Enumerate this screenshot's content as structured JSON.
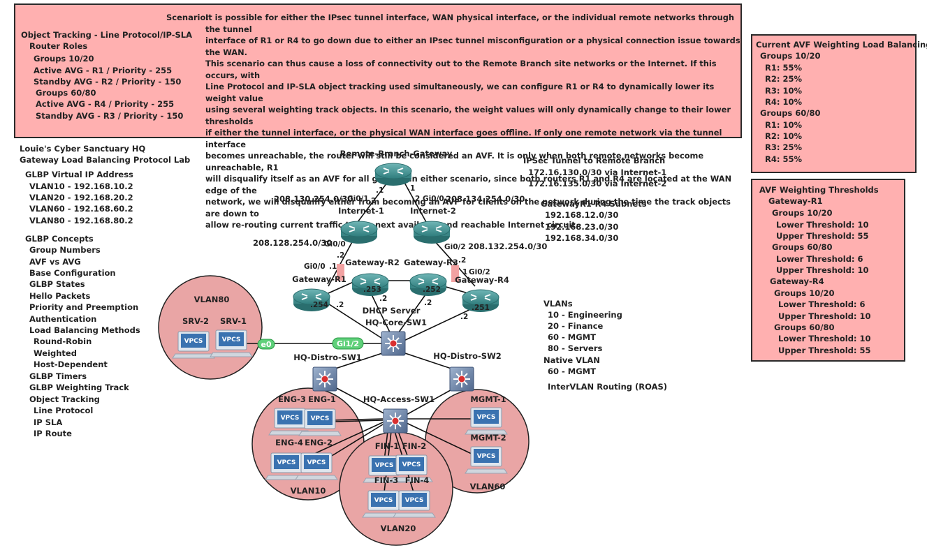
{
  "scenario": {
    "label": "Scenario:",
    "lines": [
      "It is possible for either the IPsec tunnel interface, WAN physical interface, or the individual remote networks through the tunnel",
      "interface of R1 or R4 to go down due to either an IPsec tunnel misconfiguration or a physical connection issue towards the WAN.",
      "This scenario can thus cause a loss of connectivity out to the Remote Branch site networks or the Internet. If this occurs, with",
      "Line Protocol and IP-SLA object tracking used simultaneously, we can configure R1 or R4 to dynamically lower its weight value",
      "using several weighting track objects. In this scenario, the weight values will only dynamically change to their lower thresholds",
      "if either the tunnel interface, or the physical WAN interface goes offline. If only one remote network via the tunnel interface",
      "becomes unreachable, the router will still be considered an AVF. It is only when both remote networks become unreachable, R1",
      "will disqualify itself as an AVF for all groups. In either scenario, since both routers R1 and R4 are located at the WAN edge of the",
      "network, we will disqualify either from becoming an AVF for clients on the network during the time the track objects are down to",
      "allow re-routing current traffic to the next available and reachable Internet circuit."
    ]
  },
  "object_tracking": {
    "title": "Object Tracking - Line Protocol/IP-SLA",
    "subtitle": "Router Roles",
    "lines": [
      "Groups 10/20",
      "Active AVG - R1 / Priority - 255",
      "Standby AVG - R2 / Priority - 150",
      "Groups 60/80",
      "Active AVG - R4 / Priority - 255",
      "Standby AVG - R3 / Priority - 150"
    ]
  },
  "current_avf": {
    "title": "Current AVF Weighting Load Balancing",
    "lines": [
      "Groups 10/20",
      "R1: 55%",
      "R2: 25%",
      "R3: 10%",
      "R4: 10%",
      "Groups 60/80",
      "R1: 10%",
      "R2:  10%",
      "R3:  25%",
      "R4:  55%"
    ]
  },
  "thresholds": {
    "title": "AVF Weighting Thresholds",
    "lines": [
      "Gateway-R1",
      "Groups 10/20",
      "Lower Threshold: 10",
      "Upper Threshold: 55",
      "Groups 60/80",
      "Lower Threshold: 6",
      "Upper Threshold: 10",
      "Gateway-R4",
      "Groups 10/20",
      "Lower Threshold: 6",
      "Upper Threshold: 10",
      "Groups 60/80",
      "Lower Threshold: 10",
      "Upper Threshold: 55"
    ]
  },
  "left_info": {
    "lines": [
      "Louie's Cyber Sanctuary HQ",
      "Gateway Load Balancing Protocol Lab",
      "GLBP Virtual IP Address",
      "VLAN10 - 192.168.10.2",
      "VLAN20 - 192.168.20.2",
      "VLAN60 - 192.168.60.2",
      "VLAN80 - 192.168.80.2",
      "GLBP Concepts",
      "Group Numbers",
      "AVF vs AVG",
      "Base Configuration",
      "GLBP States",
      "Hello Packets",
      "Priority and Preemption",
      "Authentication",
      "Load Balancing Methods",
      "Round-Robin",
      "Weighted",
      "Host-Dependent",
      "GLBP Timers",
      "GLBP Weighting Track",
      "Object Tracking",
      "Line Protocol",
      "IP SLA",
      "IP Route"
    ]
  },
  "right_info": {
    "ipsec_title": "IPSec Tunnel to Remote Branch",
    "ipsec_lines": [
      "172.16.130.0/30 via Internet-1",
      "172.16.135.0/30 via Internet-2"
    ],
    "subnets_title": "GatewayR1-R4 Subnets",
    "subnets_lines": [
      "192.168.12.0/30",
      "192.168.23.0/30",
      "192.168.34.0/30"
    ],
    "vlans_title": "VLANs",
    "vlans_lines": [
      "10 - Engineering",
      "20 - Finance",
      "60 - MGMT",
      "80 - Servers"
    ],
    "native_title": "Native VLAN",
    "native_line": "60 - MGMT",
    "intervlan": "InterVLAN Routing (ROAS)"
  },
  "devices": {
    "remote": "Remote-Branch-Gateway",
    "inet1": "Internet-1",
    "inet2": "Internet-2",
    "r1": "Gateway-R1",
    "r2": "Gateway-R2",
    "r3": "Gateway-R3",
    "r4": "Gateway-R4",
    "core": "HQ-Core-SW1",
    "dhcp": "DHCP Server",
    "distro1": "HQ-Distro-SW1",
    "distro2": "HQ-Distro-SW2",
    "access": "HQ-Access-SW1"
  },
  "net_labels": {
    "n130": "208.130.254.0/30",
    "n134": "208.134.254.0/30",
    "n128": "208.128.254.0/30",
    "n132": "208.132.254.0/30",
    "gi01_a": "Gi0/1",
    "gi00_a": "Gi0/0",
    "gi00_b": "Gi0/0",
    "gi02_a": "Gi0/2",
    "gi00_r1": "Gi0/0",
    "gi02_r4": "Gi0/2",
    "d1a": ".1",
    "d2a": ".2",
    "d1b": ".1",
    "d2b": "2",
    "d2c": ".2",
    "d1c": ".1",
    "d2d": ".2",
    "d1d": "1",
    "r1_ip": ".254",
    "r2_ip": ".253",
    "r3_ip": ".252",
    "r4_ip": ".251",
    "core_r1": ".2",
    "core_r2": ".2",
    "core_r3": ".2",
    "core_r4": ".2",
    "e0": "e0",
    "gi12": "Gi1/2"
  },
  "vlan_groups": {
    "v80": "VLAN80",
    "v10": "VLAN10",
    "v20": "VLAN20",
    "v60": "VLAN60"
  },
  "hosts": {
    "srv2": "SRV-2",
    "srv1": "SRV-1",
    "eng3": "ENG-3",
    "eng1": "ENG-1",
    "eng4": "ENG-4",
    "eng2": "ENG-2",
    "fin1": "FIN-1",
    "fin2": "FIN-2",
    "fin3": "FIN-3",
    "fin4": "FIN-4",
    "mgmt1": "MGMT-1",
    "mgmt2": "MGMT-2",
    "vpcs": "VPCS"
  }
}
